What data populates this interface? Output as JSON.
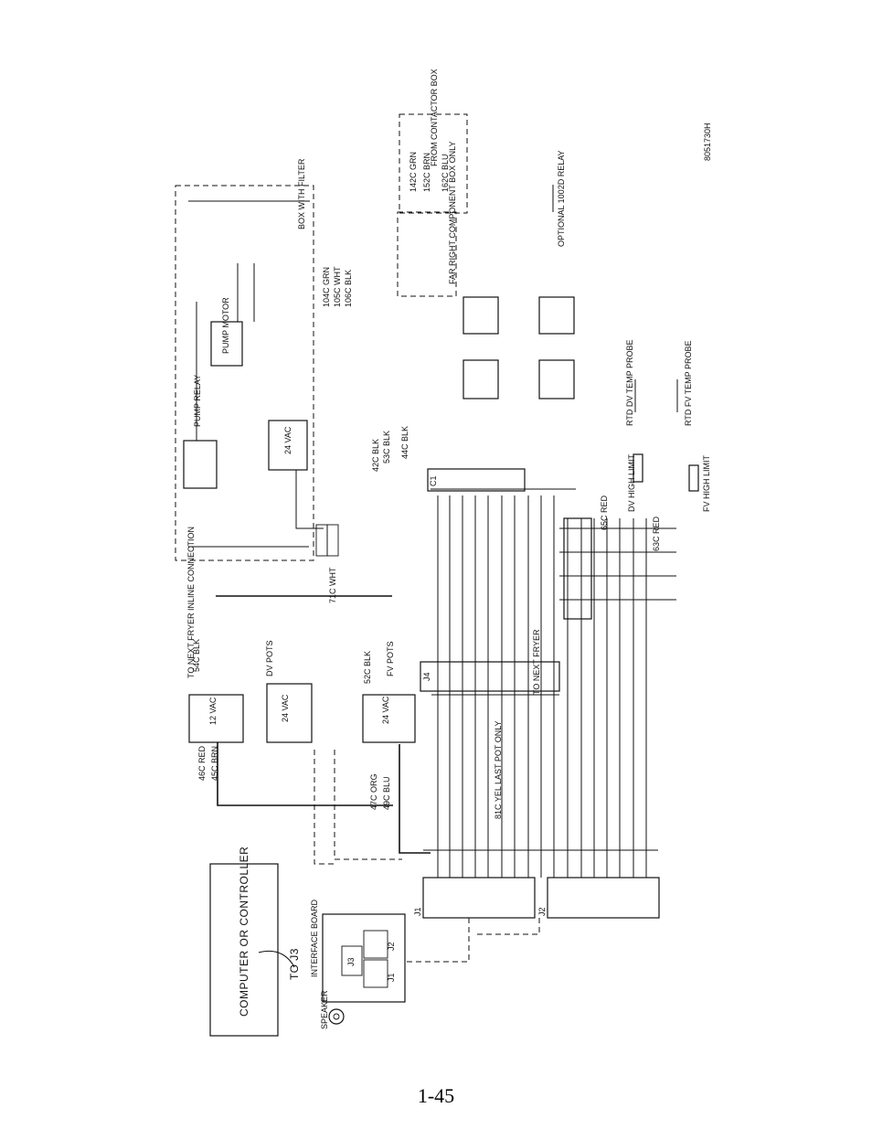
{
  "document": {
    "drawing_number": "8051730H",
    "page_number": "1-45"
  },
  "components": {
    "computer": "COMPUTER OR CONTROLLER",
    "interface_board": "INTERFACE BOARD",
    "j1": "J1",
    "j2": "J2",
    "j3": "J3",
    "j4": "J4",
    "c1": "C1",
    "to_j3": "TO J3",
    "speaker": "SPEAKER",
    "transformer_12": "12 VAC",
    "transformer_24_left": "24 VAC",
    "transformer_24_right": "24 VAC",
    "pump_motor": "PUMP MOTOR",
    "pump_relay": "PUMP RELAY",
    "filter_box": "BOX WITH FILTER",
    "component_box": "FAR RIGHT COMPONENT BOX ONLY",
    "contactor_box": "FROM CONTACTOR BOX",
    "dv_high_limit": "DV HIGH LIMIT",
    "fv_high_limit": "FV HIGH LIMIT",
    "rtd_dv": "RTD DV TEMP PROBE",
    "rtd_fv": "RTD FV TEMP PROBE",
    "dv_pots": "DV POTS",
    "fv_pots": "FV POTS",
    "to_next_fryer": "TO NEXT FRYER",
    "inline_connection": "TO NEXT FRYER INLINE CONNECTION",
    "optional_relay": "OPTIONAL 1002D RELAY"
  },
  "wire_labels": {
    "w71c": "71C WHT",
    "w81c": "81C YEL LAST POT ONLY",
    "w104c": "104C GRN",
    "w105c": "105C WHT",
    "w106c": "106C BLK",
    "w44c": "44C BLK",
    "w42c": "42C BLK",
    "w53c": "53C BLK",
    "w52c": "52C BLK",
    "w54c": "54C BLK",
    "w65c": "65C RED",
    "w63c": "63C RED",
    "w46c": "46C RED",
    "w45c": "45C BRN",
    "w47c": "47C ORG",
    "w49c": "49C BLU",
    "w142c": "142C GRN",
    "w152c": "152C BRN",
    "w162c": "162C BLU"
  }
}
